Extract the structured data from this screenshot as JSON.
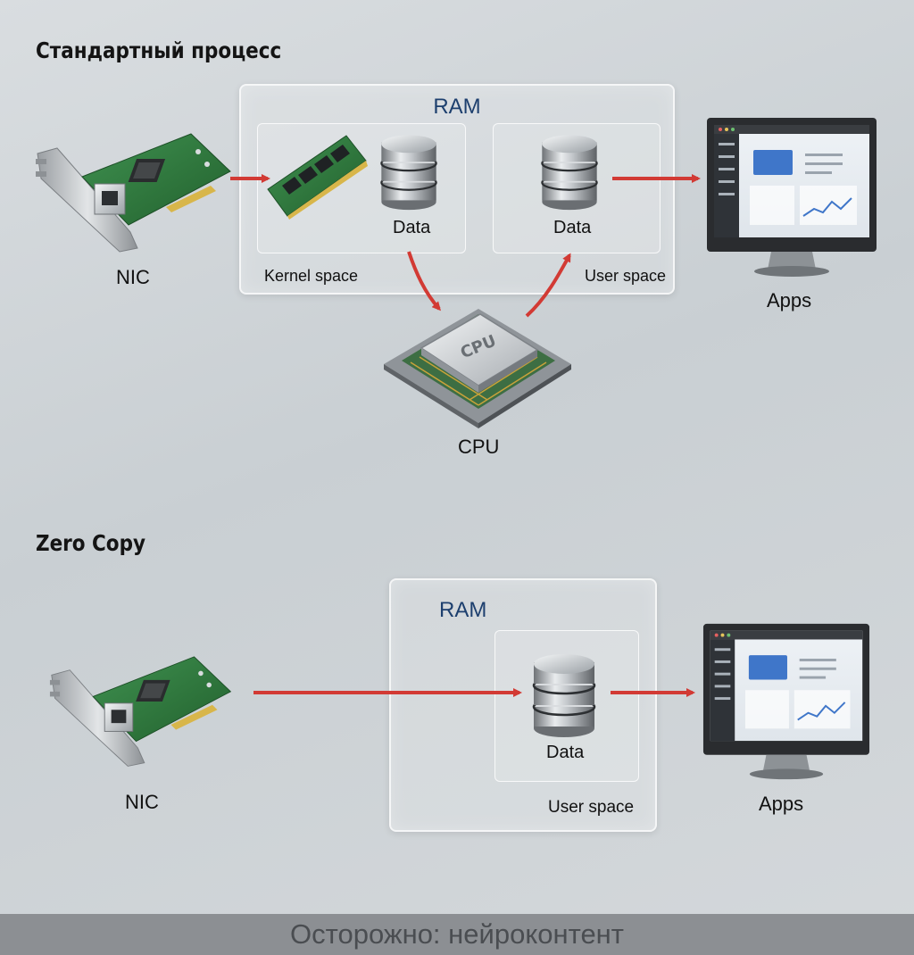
{
  "standard": {
    "title": "Стандартный процесс",
    "ram_label": "RAM",
    "kernel_label": "Kernel space",
    "user_label": "User space",
    "data_kernel_label": "Data",
    "data_user_label": "Data",
    "nic_label": "NIC",
    "cpu_label": "CPU",
    "cpu_chip_text": "CPU",
    "apps_label": "Apps"
  },
  "zero_copy": {
    "title": "Zero Copy",
    "ram_label": "RAM",
    "user_label": "User space",
    "data_label": "Data",
    "nic_label": "NIC",
    "apps_label": "Apps"
  },
  "footer": {
    "text": "Осторожно: нейроконтент"
  },
  "colors": {
    "arrow": "#d23a34",
    "ram_text": "#1d3f6e",
    "pcb": "#2f7a3c",
    "footer_bg": "#8c8f93"
  },
  "icons": [
    "nic-card-icon",
    "ram-module-icon",
    "database-icon",
    "cpu-chip-icon",
    "monitor-icon"
  ]
}
